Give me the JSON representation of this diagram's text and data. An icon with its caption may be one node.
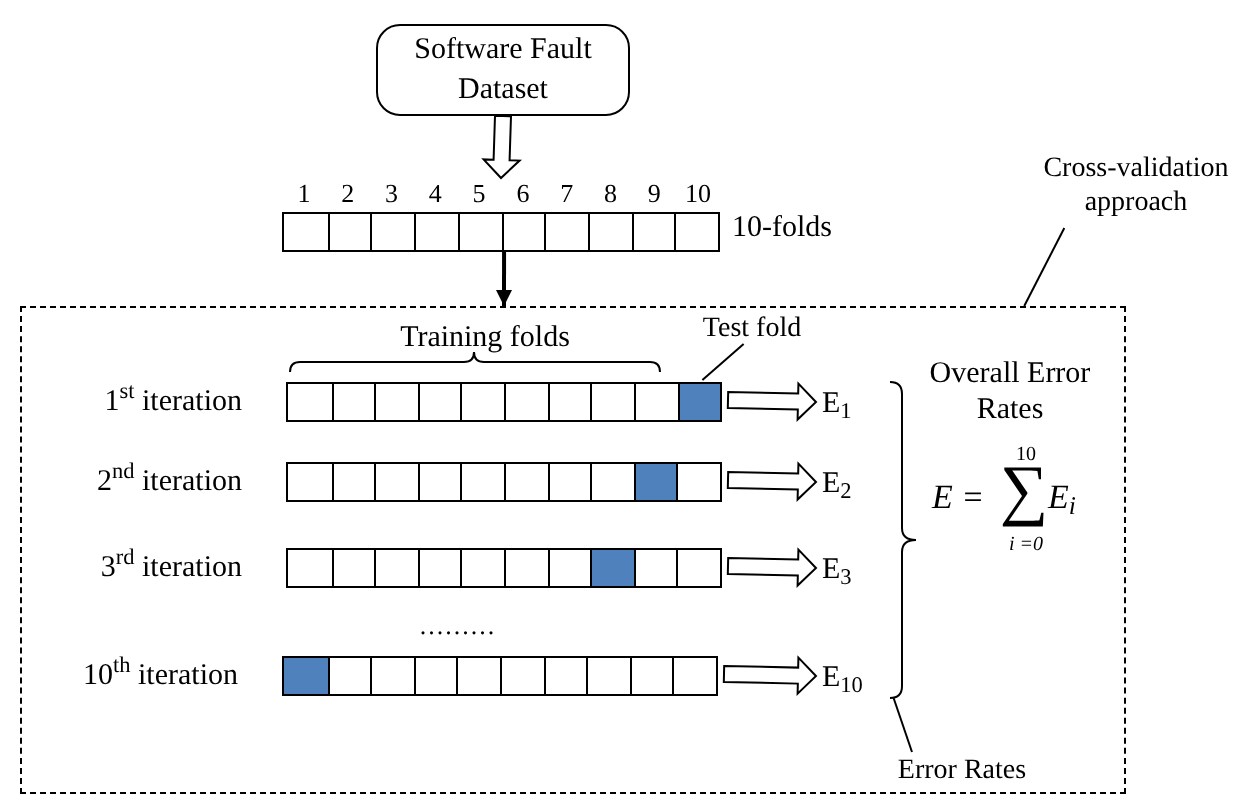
{
  "diagram": {
    "nodes": [
      {
        "text": [
          "Software Fault Dataset"
        ]
      },
      {
        "text": [],
        "shape": "bar",
        "beside": [
          "10-folds"
        ]
      },
      {
        "text": [],
        "shape": "box"
      },
      {
        "text": [
          "Cross-validation approach"
        ]
      },
      {
        "text": [],
        "shape": "bar",
        "in": 2,
        "beside": [
          "1$^{st}$ iteration"
        ]
      },
      {
        "text": [],
        "shape": "bar",
        "in": 2,
        "beside": [
          "2$^{nd}$ iteration"
        ]
      },
      {
        "text": [],
        "shape": "bar",
        "in": 2,
        "beside": [
          "3$^{rd}$ iteration"
        ]
      },
      {
        "text": [],
        "shape": "bar",
        "in": 2,
        "beside": [
          "10$^{th}$ iteration"
        ]
      },
      {
        "text": [
          "E$_{1}$"
        ],
        "in": 2
      },
      {
        "text": [
          "E$_{2}$"
        ],
        "in": 2
      },
      {
        "text": [
          "E$_{3}$"
        ],
        "in": 2
      },
      {
        "text": [
          "E$_{10}$"
        ],
        "in": 2
      },
      {
        "text": [
          "Test fold"
        ],
        "in": 2
      },
      {
        "text": [],
        "shape": "box",
        "in": 4
      },
      {
        "text": [
          "Error Rates"
        ],
        "in": 2
      },
      {
        "text": [],
        "shape": "brace",
        "in": 2
      }
    ],
    "edges": [
      {
        "from": 0,
        "to": 1,
        "arrow": "to",
        "style": "thick"
      },
      {
        "from": 1,
        "to": 2,
        "arrow": "to"
      },
      {
        "from": 4,
        "to": 8,
        "arrow": "to",
        "style": "thick"
      },
      {
        "from": 5,
        "to": 9,
        "arrow": "to",
        "style": "thick"
      },
      {
        "from": 6,
        "to": 10,
        "arrow": "to",
        "style": "thick"
      },
      {
        "from": 7,
        "to": 11,
        "arrow": "to",
        "style": "thick"
      },
      {
        "from": 3,
        "to": 2,
        "arrow": "none"
      },
      {
        "from": 12,
        "to": 13,
        "arrow": "none"
      },
      {
        "from": 14,
        "to": 15,
        "arrow": "none"
      }
    ],
    "labels": [
      "1",
      "2",
      "3",
      "4",
      "5",
      "6",
      "7",
      "8",
      "9",
      "10",
      "Training folds",
      "Overall Error Rates",
      "E =",
      "10",
      "∑",
      "E$_{i}$",
      "i =0",
      "........."
    ]
  }
}
